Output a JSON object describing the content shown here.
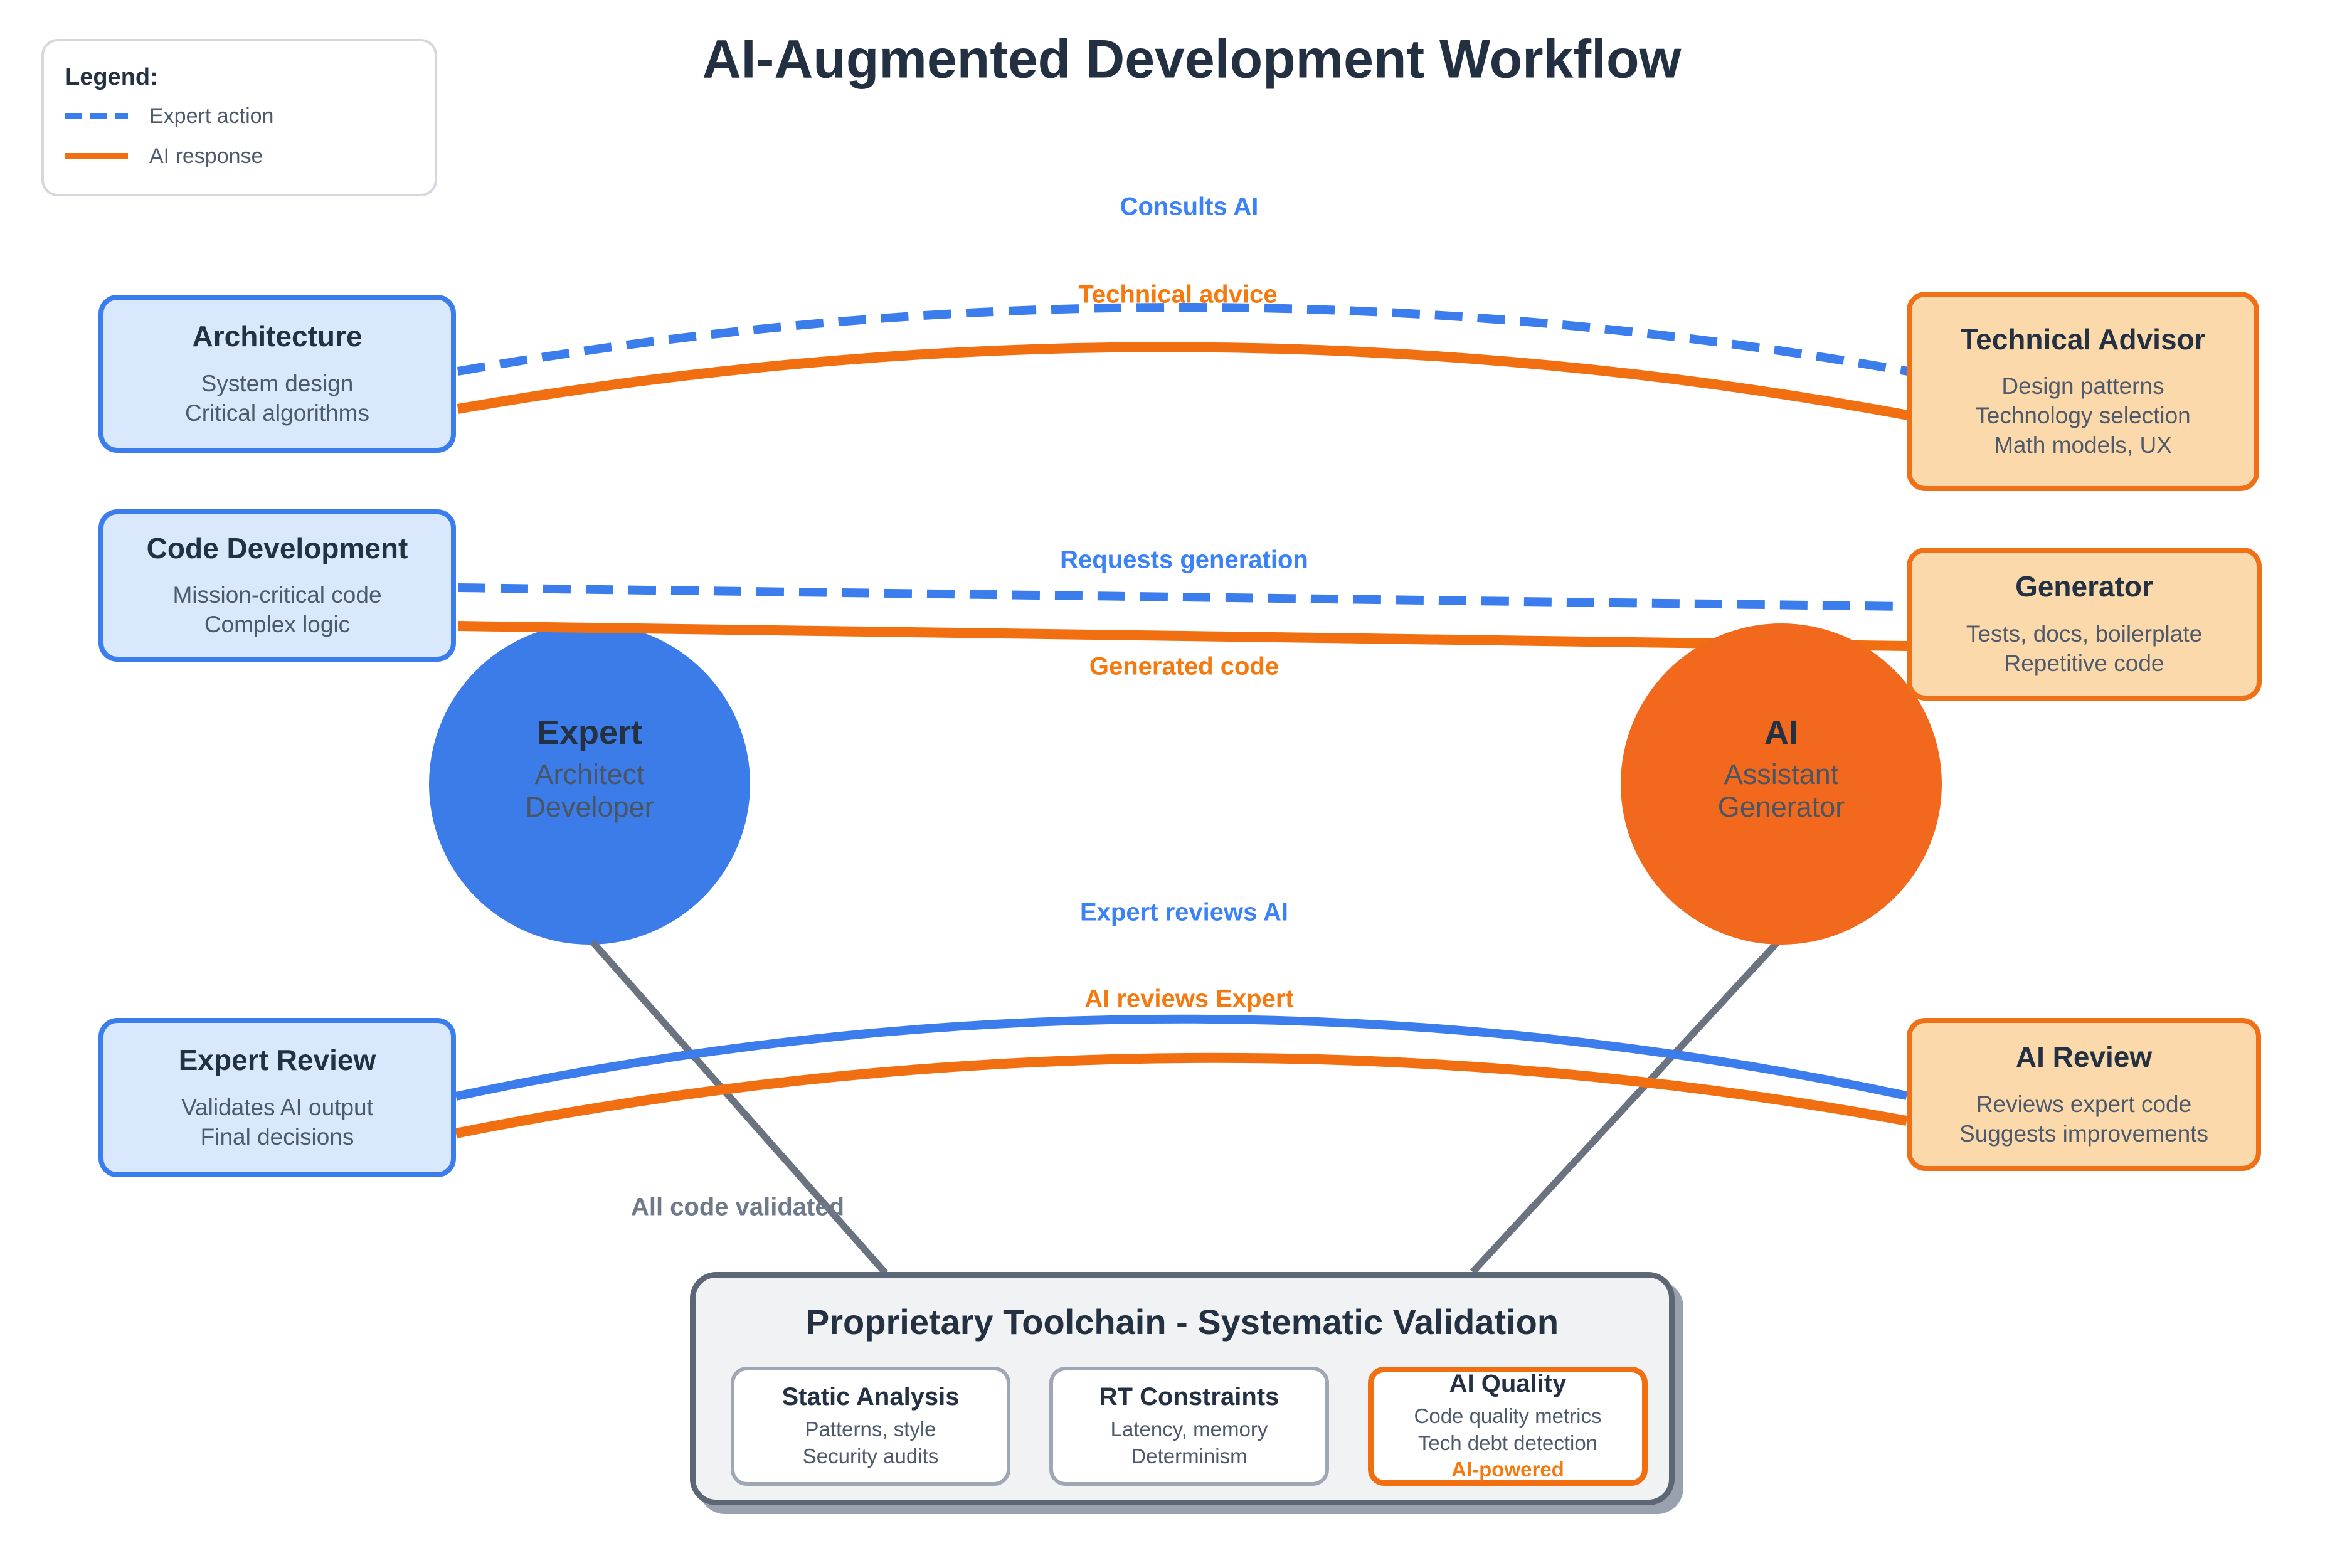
{
  "title": "AI-Augmented Development Workflow",
  "legend": {
    "heading": "Legend:",
    "items": [
      {
        "label": "Expert action",
        "swatch": "blue-dashed-line"
      },
      {
        "label": "AI response",
        "swatch": "orange-solid-line"
      }
    ]
  },
  "circles": {
    "expert": {
      "title": "Expert",
      "lines": [
        "Architect",
        "Developer"
      ]
    },
    "ai": {
      "title": "AI",
      "lines": [
        "Assistant",
        "Generator"
      ]
    }
  },
  "nodes": {
    "architecture": {
      "title": "Architecture",
      "lines": [
        "System design",
        "Critical algorithms"
      ]
    },
    "code_development": {
      "title": "Code Development",
      "lines": [
        "Mission-critical code",
        "Complex logic"
      ]
    },
    "expert_review": {
      "title": "Expert Review",
      "lines": [
        "Validates AI output",
        "Final decisions"
      ]
    },
    "technical_advisor": {
      "title": "Technical Advisor",
      "lines": [
        "Design patterns",
        "Technology selection",
        "Math models, UX"
      ]
    },
    "generator": {
      "title": "Generator",
      "lines": [
        "Tests, docs, boilerplate",
        "Repetitive code"
      ]
    },
    "ai_review": {
      "title": "AI Review",
      "lines": [
        "Reviews expert code",
        "Suggests improvements"
      ]
    }
  },
  "edges": {
    "consults_ai": {
      "label": "Consults AI",
      "style": "expert-action"
    },
    "technical_advice": {
      "label": "Technical advice",
      "style": "ai-response"
    },
    "requests_generation": {
      "label": "Requests generation",
      "style": "expert-action"
    },
    "generated_code": {
      "label": "Generated code",
      "style": "ai-response"
    },
    "expert_reviews_ai": {
      "label": "Expert reviews AI",
      "style": "expert-action"
    },
    "ai_reviews_expert": {
      "label": "AI reviews Expert",
      "style": "ai-response"
    },
    "all_code_validated": {
      "label": "All code validated",
      "style": "neutral"
    }
  },
  "toolchain": {
    "title": "Proprietary Toolchain - Systematic Validation",
    "cards": [
      {
        "title": "Static Analysis",
        "lines": [
          "Patterns, style",
          "Security audits"
        ]
      },
      {
        "title": "RT Constraints",
        "lines": [
          "Latency, memory",
          "Determinism"
        ]
      },
      {
        "title": "AI Quality",
        "lines": [
          "Code quality metrics",
          "Tech debt detection"
        ],
        "highlight": "AI-powered"
      }
    ]
  },
  "colors": {
    "expert_blue": "#3b7ce8",
    "ai_orange": "#f2691d",
    "edge_blue": "#3b7ded",
    "edge_orange": "#f26f11",
    "label_blue": "#3b82f6",
    "label_orange": "#f5790f",
    "neutral_gray": "#6b7280",
    "blue_node_fill": "#d9e8fc",
    "orange_node_fill": "#fbd9ab",
    "toolchain_fill": "#f1f2f4"
  }
}
